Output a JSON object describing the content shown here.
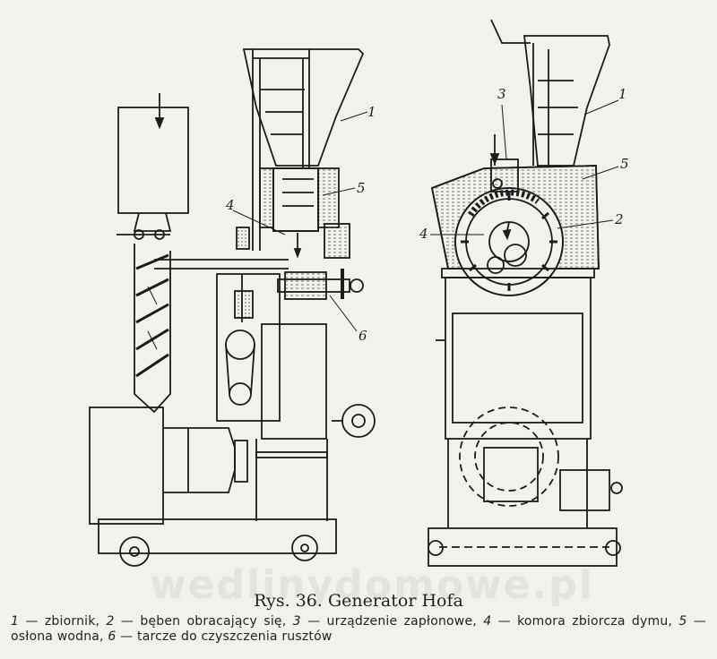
{
  "caption": {
    "title": "Rys. 36. Generator Hofa",
    "legend": [
      {
        "num": "1",
        "text": "zbiornik,"
      },
      {
        "num": "2",
        "text": "bęben obracający się,"
      },
      {
        "num": "3",
        "text": "urządzenie zapłonowe,"
      },
      {
        "num": "4",
        "text": "komora zbiorcza dymu,"
      },
      {
        "num": "5",
        "text": "osłona wodna,"
      },
      {
        "num": "6",
        "text": "tarcze do czyszczenia rusztów"
      }
    ]
  },
  "watermark": "wedlinydomowe.pl",
  "labels": {
    "left": {
      "l1": "1",
      "l4": "4",
      "l5": "5",
      "l6": "6"
    },
    "right": {
      "l1": "1",
      "l2": "2",
      "l3": "3",
      "l4": "4",
      "l5": "5"
    }
  }
}
